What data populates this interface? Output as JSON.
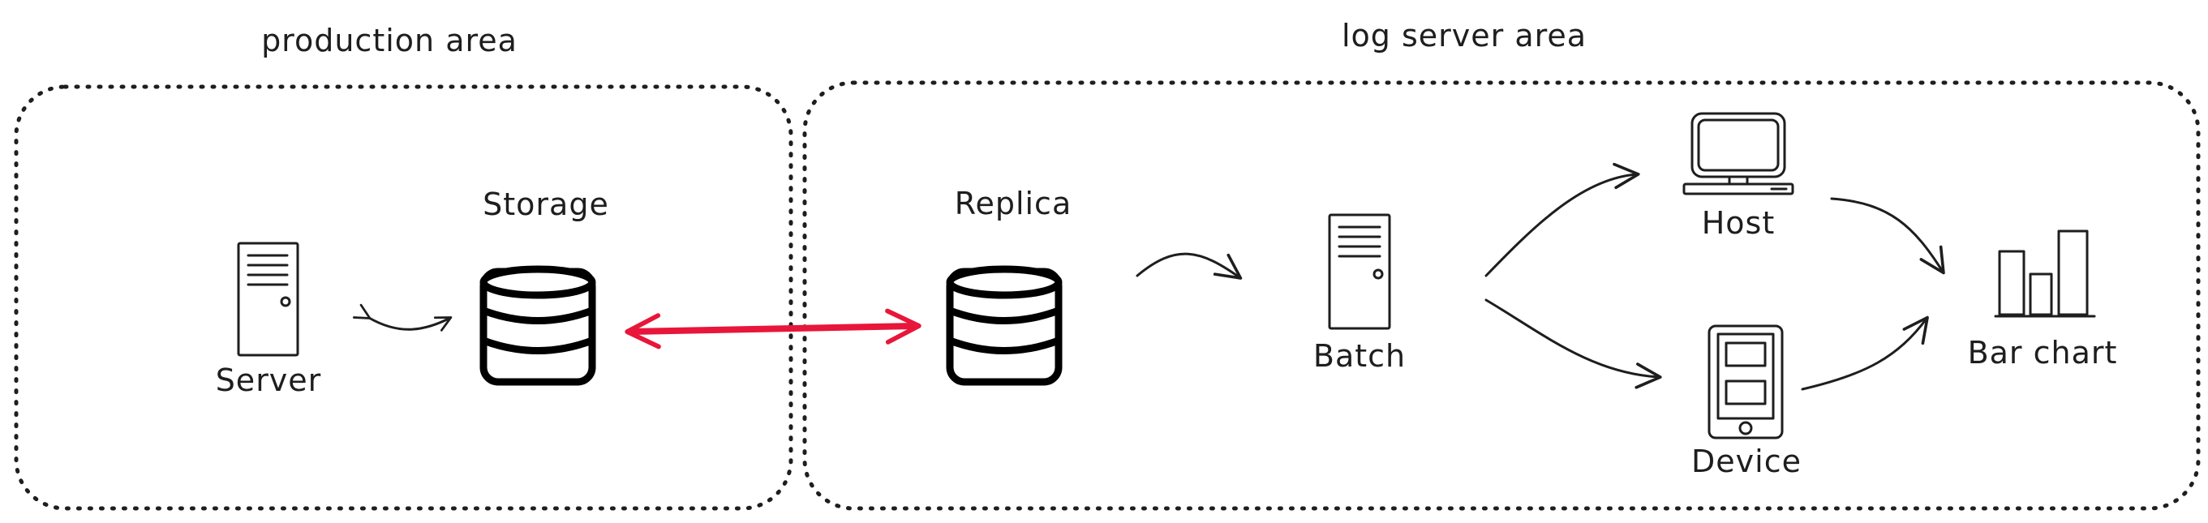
{
  "areas": {
    "production": "production area",
    "log_server": "log server area"
  },
  "nodes": {
    "server": "Server",
    "storage": "Storage",
    "replica": "Replica",
    "batch": "Batch",
    "host": "Host",
    "device": "Device",
    "bar_chart": "Bar chart"
  },
  "colors": {
    "ink": "#1e1e1e",
    "sync_arrow": "#e8163a"
  },
  "icons": [
    "server-tower-icon",
    "database-icon",
    "monitor-icon",
    "mobile-device-icon",
    "bar-chart-icon"
  ]
}
